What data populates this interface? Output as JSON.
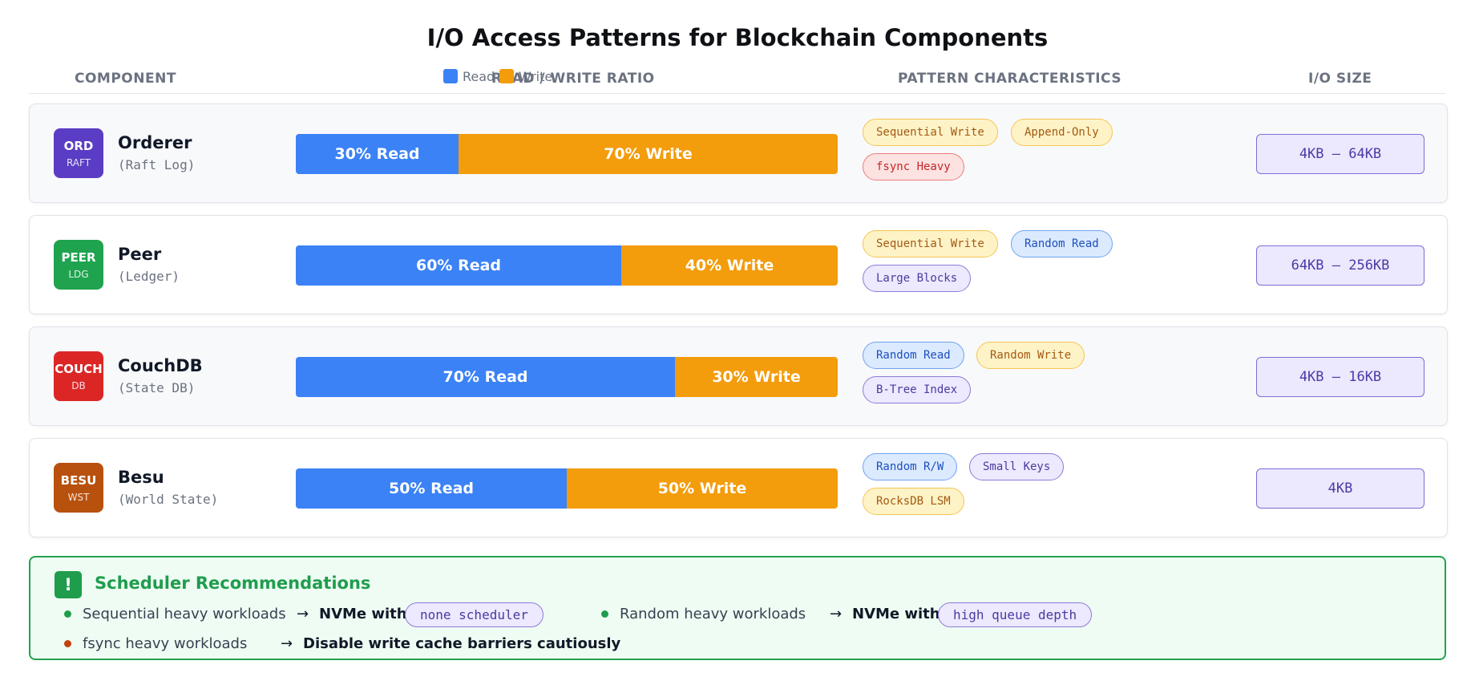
{
  "chart_data": {
    "type": "bar",
    "title": "I/O Access Patterns for Blockchain Components",
    "columns": {
      "component": "COMPONENT",
      "ratio": "READ / WRITE RATIO",
      "pattern": "PATTERN CHARACTERISTICS",
      "size": "I/O SIZE"
    },
    "legend": [
      {
        "label": "Read",
        "color": "#3b82f6"
      },
      {
        "label": "Write",
        "color": "#f39c0c"
      }
    ],
    "rows": [
      {
        "badge_top": "ORD",
        "badge_bottom": "RAFT",
        "badge_color": "#5b3cc4",
        "name": "Orderer",
        "subtitle": "(Raft Log)",
        "read": 30,
        "write": 70,
        "read_label": "30% Read",
        "write_label": "70% Write",
        "tags": [
          {
            "text": "Sequential Write",
            "style": "yellow"
          },
          {
            "text": "Append-Only",
            "style": "yellow"
          },
          {
            "text": "fsync Heavy",
            "style": "red"
          }
        ],
        "io_size": "4KB – 64KB"
      },
      {
        "badge_top": "PEER",
        "badge_bottom": "LDG",
        "badge_color": "#1fa34f",
        "name": "Peer",
        "subtitle": "(Ledger)",
        "read": 60,
        "write": 40,
        "read_label": "60% Read",
        "write_label": "40% Write",
        "tags": [
          {
            "text": "Sequential Write",
            "style": "yellow"
          },
          {
            "text": "Random Read",
            "style": "blue"
          },
          {
            "text": "Large Blocks",
            "style": "purple"
          }
        ],
        "io_size": "64KB – 256KB"
      },
      {
        "badge_top": "COUCH",
        "badge_bottom": "DB",
        "badge_color": "#dc2626",
        "name": "CouchDB",
        "subtitle": "(State DB)",
        "read": 70,
        "write": 30,
        "read_label": "70% Read",
        "write_label": "30% Write",
        "tags": [
          {
            "text": "Random Read",
            "style": "blue"
          },
          {
            "text": "Random Write",
            "style": "yellow"
          },
          {
            "text": "B-Tree Index",
            "style": "purple"
          }
        ],
        "io_size": "4KB – 16KB"
      },
      {
        "badge_top": "BESU",
        "badge_bottom": "WST",
        "badge_color": "#b8510e",
        "name": "Besu",
        "subtitle": "(World State)",
        "read": 50,
        "write": 50,
        "read_label": "50% Read",
        "write_label": "50% Write",
        "tags": [
          {
            "text": "Random R/W",
            "style": "blue"
          },
          {
            "text": "Small Keys",
            "style": "purple"
          },
          {
            "text": "RocksDB LSM",
            "style": "yellow"
          }
        ],
        "io_size": "4KB"
      }
    ]
  },
  "recommendations": {
    "icon": "!",
    "title": "Scheduler Recommendations",
    "arrow": "→",
    "items": [
      {
        "text": "Sequential heavy workloads",
        "action": "NVMe with",
        "code": "none scheduler",
        "dot_color": "#1f9d4d"
      },
      {
        "text": "Random heavy workloads",
        "action": "NVMe with",
        "code": "high queue depth",
        "dot_color": "#1f9d4d"
      },
      {
        "text": "fsync heavy workloads",
        "action": "Disable write cache barriers cautiously",
        "dot_color": "#c2410c"
      }
    ]
  }
}
